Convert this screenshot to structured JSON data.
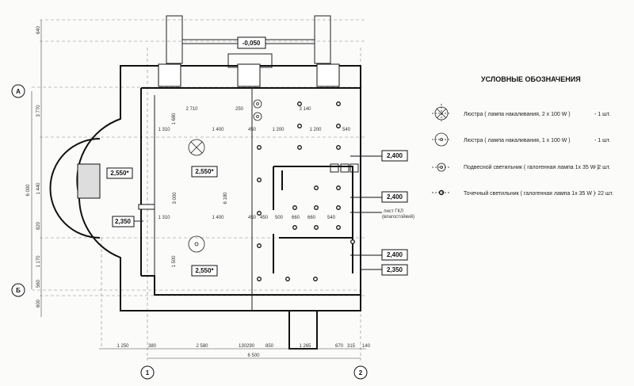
{
  "plan": {
    "top_level": "-0,050",
    "axes": {
      "a": "А",
      "b": "Б",
      "one": "1",
      "two": "2"
    },
    "room_levels": [
      "2,550*",
      "2,550*",
      "2,550*",
      "2,350",
      "2,400",
      "2,400",
      "2,400",
      "2,350"
    ],
    "note_line1": "лист ГКЛ",
    "note_line2": "(влагостойкий)",
    "bottom_dims": [
      "1 250",
      "380",
      "2 580",
      "130",
      "290",
      "850",
      "1 265",
      "670",
      "315",
      "140"
    ],
    "bottom_total": "6 500",
    "left_dims": [
      "640",
      "3 770",
      "1 440",
      "820",
      "1 170",
      "560",
      "600"
    ],
    "left_total": "6 000",
    "inner_dims": [
      "2 710",
      "250",
      "3 140",
      "1 310",
      "1 400",
      "450",
      "1 200",
      "1 200",
      "540",
      "1 310",
      "1 400",
      "450",
      "450",
      "500",
      "660",
      "660",
      "540",
      "3 000",
      "6 180",
      "1 680",
      "1 500"
    ]
  },
  "legend": {
    "title": "УСЛОВНЫЕ ОБОЗНАЧЕНИЯ",
    "items": [
      {
        "icon": "chandelier-2-lamp-icon",
        "label": "Люстра ( лампа накаливания, 2 х 100 W )",
        "count": "- 1 шт."
      },
      {
        "icon": "chandelier-1-lamp-icon",
        "label": "Люстра ( лампа накаливания, 1 х 100 W )",
        "count": "- 1 шт."
      },
      {
        "icon": "pendant-light-icon",
        "label": "Подвесной светильник ( галогенная лампа 1х 35 W )",
        "count": "- 2 шт."
      },
      {
        "icon": "spot-light-icon",
        "label": "Точечный светильник ( галогенная лампа 1х 35 W )",
        "count": "- 22 шт."
      }
    ]
  }
}
